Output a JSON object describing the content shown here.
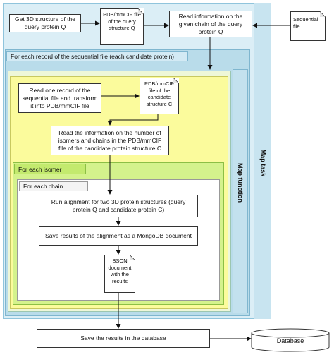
{
  "diagram": {
    "get_structure": "Get 3D structure of the query protein Q",
    "pdb_query": "PDB/mmCIF file of the query structure Q",
    "read_chain": "Read information on the given chain of the query protein Q",
    "sequential_file": "Sequential file",
    "for_each_record": "For each record of the sequential file (each candidate protein)",
    "read_record": "Read one record of the sequential file and transform it into PDB/mmCIF file",
    "pdb_candidate": "PDB/mmCIF file of the candidate structure C",
    "read_isomers": "Read the information on the number of isomers and chains in the PDB/mmCIF file of the candidate protein structure C",
    "for_each_isomer": "For each isomer",
    "for_each_chain": "For each chain",
    "run_alignment": "Run alignment for two 3D protein structures (query protein Q and candidate protein C)",
    "save_results_mongo": "Save results of the alignment as a MongoDB document",
    "bson_doc": "BSON document with the results",
    "map_function": "Map function",
    "map_task": "Map task",
    "save_db": "Save the results in the database",
    "database": "Database"
  },
  "colors": {
    "map_task_bg": "#dbeef6",
    "map_task_border": "#8fc4dc",
    "map_function_bg": "#b9dcea",
    "map_function_border": "#7fb6cf",
    "yellow_bg": "#fbfb9c",
    "yellow_border": "#c8c860",
    "green_bg": "#d4f28c",
    "green_border": "#8cbf45",
    "chain_bg": "#ffffff"
  }
}
